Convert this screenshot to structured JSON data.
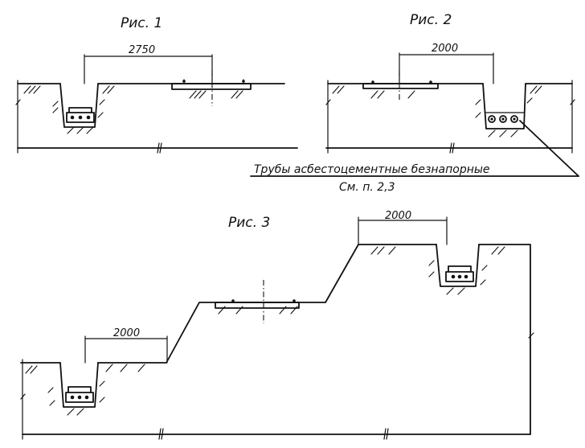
{
  "figures": {
    "fig1": {
      "title": "Рис. 1",
      "dimension": "2750"
    },
    "fig2": {
      "title": "Рис. 2",
      "dimension": "2000"
    },
    "fig3": {
      "title": "Рис. 3",
      "dimension_left": "2000",
      "dimension_right": "2000"
    }
  },
  "callout": {
    "line1": "Трубы асбестоцементные безнапорные",
    "line2": "См. п. 2,3"
  }
}
